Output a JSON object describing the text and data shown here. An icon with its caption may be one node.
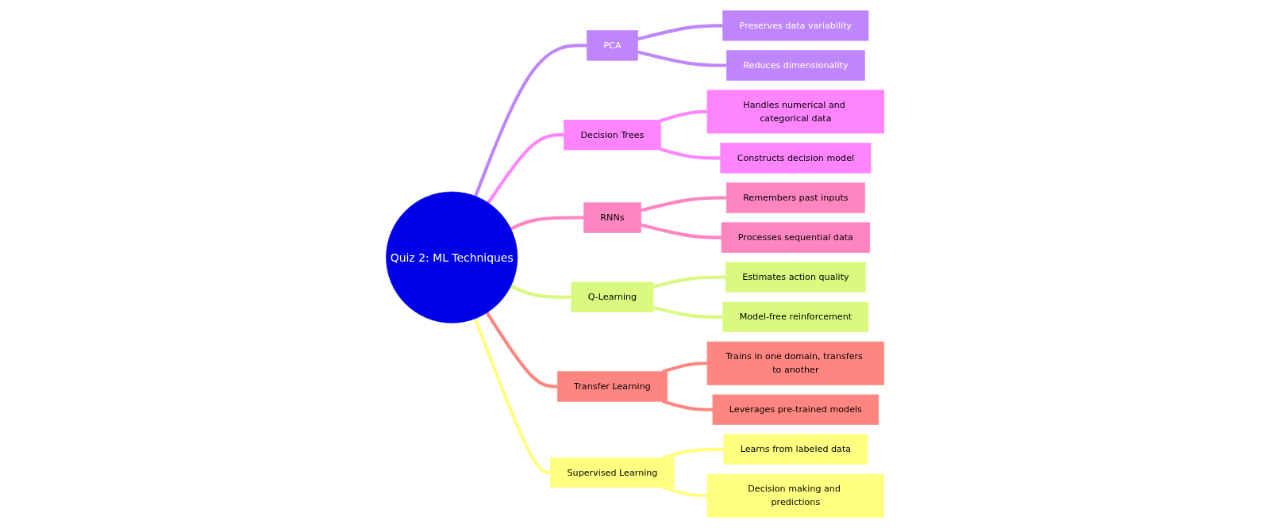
{
  "diagram": {
    "nodes": [
      {
        "text": [
          "Quiz 2: ML Techniques"
        ]
      },
      {
        "text": [
          "PCA"
        ]
      },
      {
        "text": [
          "Preserves data variability"
        ]
      },
      {
        "text": [
          "Reduces dimensionality"
        ]
      },
      {
        "text": [
          "Decision Trees"
        ]
      },
      {
        "text": [
          "Handles numerical and categorical data"
        ]
      },
      {
        "text": [
          "Constructs decision model"
        ]
      },
      {
        "text": [
          "RNNs"
        ]
      },
      {
        "text": [
          "Remembers past inputs"
        ]
      },
      {
        "text": [
          "Processes sequential data"
        ]
      },
      {
        "text": [
          "Q-Learning"
        ]
      },
      {
        "text": [
          "Estimates action quality"
        ]
      },
      {
        "text": [
          "Model-free reinforcement"
        ]
      },
      {
        "text": [
          "Transfer Learning"
        ]
      },
      {
        "text": [
          "Trains in one domain, transfers to another"
        ]
      },
      {
        "text": [
          "Leverages pre-trained models"
        ]
      },
      {
        "text": [
          "Supervised Learning"
        ]
      },
      {
        "text": [
          "Learns from labeled data"
        ]
      },
      {
        "text": [
          "Decision making and predictions"
        ]
      }
    ],
    "edges": [
      {
        "from": 0,
        "to": 1,
        "arrow": "none",
        "color": "#bf86fb"
      },
      {
        "from": 1,
        "to": 2,
        "arrow": "none",
        "color": "#bf86fb"
      },
      {
        "from": 1,
        "to": 3,
        "arrow": "none",
        "color": "#bf86fb"
      },
      {
        "from": 0,
        "to": 4,
        "arrow": "none",
        "color": "#ff84ff"
      },
      {
        "from": 4,
        "to": 5,
        "arrow": "none",
        "color": "#ff84ff"
      },
      {
        "from": 4,
        "to": 6,
        "arrow": "none",
        "color": "#ff84ff"
      },
      {
        "from": 0,
        "to": 7,
        "arrow": "none",
        "color": "#ff85c0"
      },
      {
        "from": 7,
        "to": 8,
        "arrow": "none",
        "color": "#ff85c0"
      },
      {
        "from": 7,
        "to": 9,
        "arrow": "none",
        "color": "#ff85c0"
      },
      {
        "from": 0,
        "to": 10,
        "arrow": "none",
        "color": "#d9fa7e"
      },
      {
        "from": 10,
        "to": 11,
        "arrow": "none",
        "color": "#d9fa7e"
      },
      {
        "from": 10,
        "to": 12,
        "arrow": "none",
        "color": "#d9fa7e"
      },
      {
        "from": 0,
        "to": 13,
        "arrow": "none",
        "color": "#ff8680"
      },
      {
        "from": 13,
        "to": 14,
        "arrow": "none",
        "color": "#ff8680"
      },
      {
        "from": 13,
        "to": 15,
        "arrow": "none",
        "color": "#ff8680"
      },
      {
        "from": 0,
        "to": 16,
        "arrow": "none",
        "color": "#ffff80"
      },
      {
        "from": 16,
        "to": 17,
        "arrow": "none",
        "color": "#ffff80"
      },
      {
        "from": 16,
        "to": 18,
        "arrow": "none",
        "color": "#ffff80"
      }
    ]
  }
}
